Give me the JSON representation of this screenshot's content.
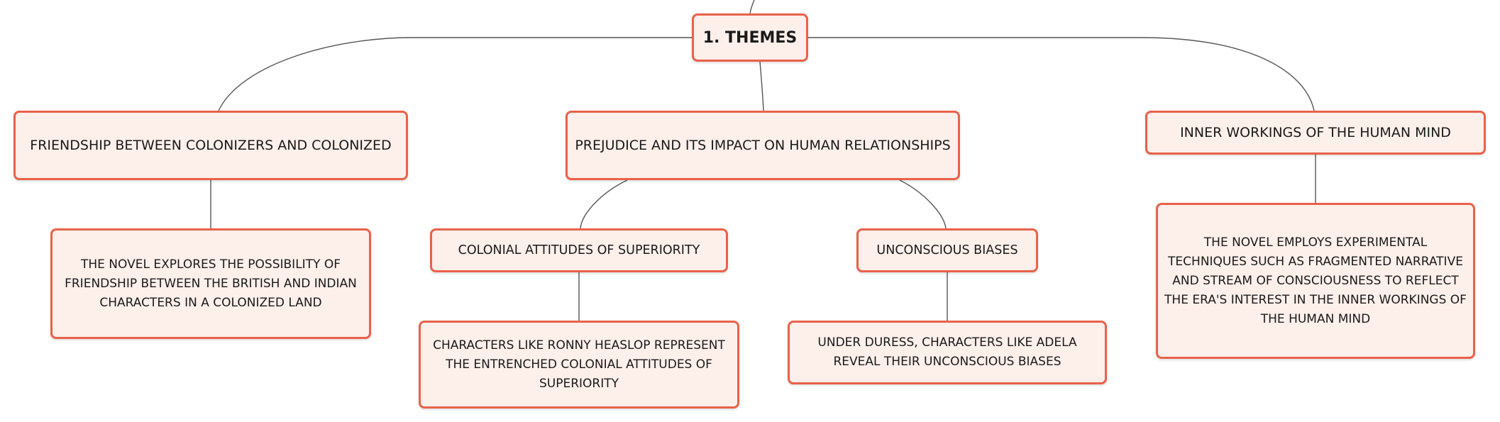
{
  "diagram": {
    "root": {
      "label": "1. THEMES"
    },
    "themes": [
      {
        "label": "FRIENDSHIP BETWEEN COLONIZERS AND COLONIZED",
        "detail": "THE NOVEL EXPLORES THE POSSIBILITY OF FRIENDSHIP BETWEEN THE BRITISH AND INDIAN CHARACTERS IN A COLONIZED LAND"
      },
      {
        "label": "PREJUDICE AND ITS IMPACT ON HUMAN RELATIONSHIPS",
        "subthemes": [
          {
            "label": "COLONIAL ATTITUDES OF SUPERIORITY",
            "detail": "CHARACTERS LIKE RONNY HEASLOP REPRESENT THE ENTRENCHED COLONIAL ATTITUDES OF SUPERIORITY"
          },
          {
            "label": "UNCONSCIOUS BIASES",
            "detail": "UNDER DURESS, CHARACTERS LIKE ADELA REVEAL THEIR UNCONSCIOUS BIASES"
          }
        ]
      },
      {
        "label": "INNER WORKINGS OF THE HUMAN MIND",
        "detail": "THE NOVEL EMPLOYS EXPERIMENTAL TECHNIQUES SUCH AS FRAGMENTED NARRATIVE AND STREAM OF CONSCIOUSNESS TO REFLECT THE ERA'S INTEREST IN THE INNER WORKINGS OF THE HUMAN MIND"
      }
    ]
  },
  "colors": {
    "node_border": "#e8624a",
    "node_fill": "#fdefea",
    "connector": "#555555"
  }
}
